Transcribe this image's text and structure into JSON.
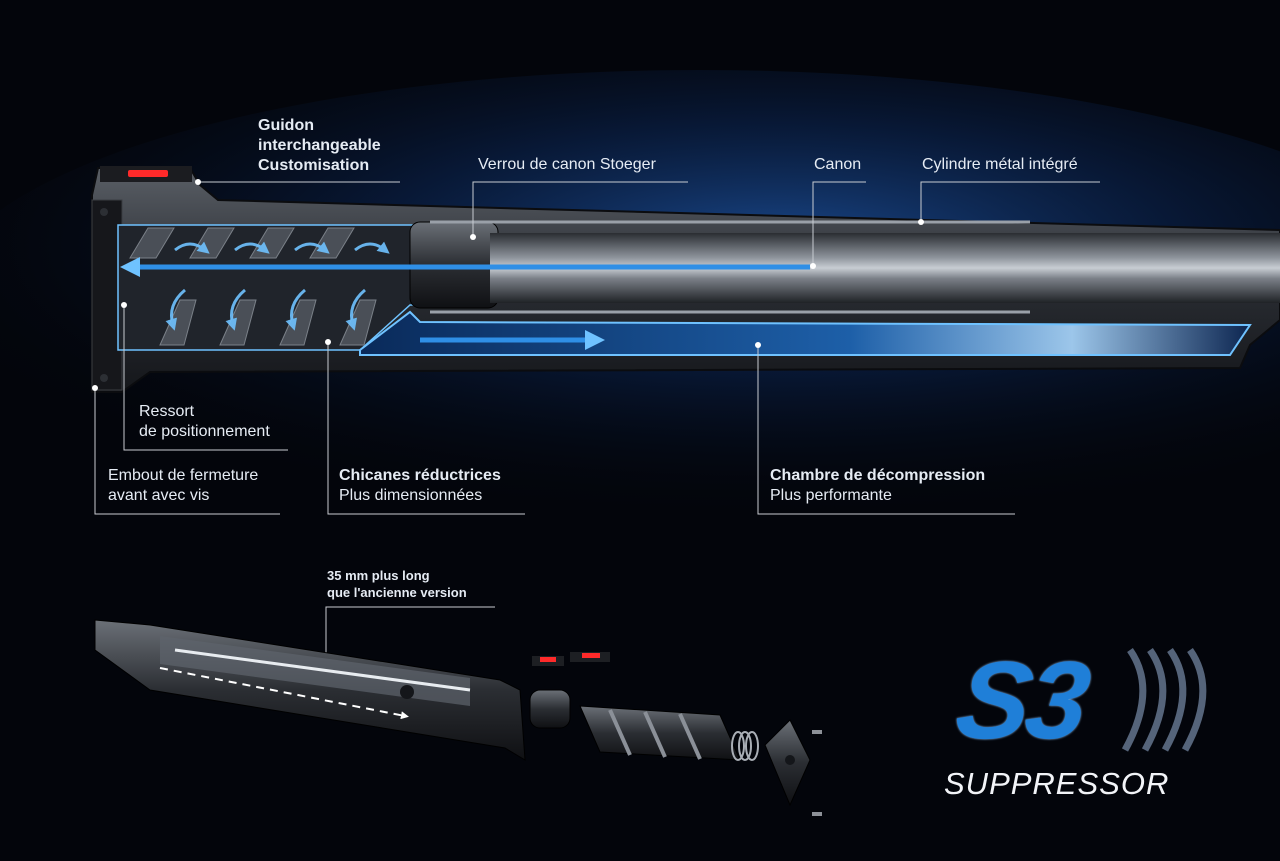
{
  "labels": {
    "guidon": [
      "Guidon",
      "interchangeable",
      "Customisation"
    ],
    "verrou": "Verrou de canon Stoeger",
    "canon": "Canon",
    "cylindre": "Cylindre métal intégré",
    "ressort": [
      "Ressort",
      "de positionnement"
    ],
    "embout": [
      "Embout de fermeture",
      "avant avec vis"
    ],
    "chicanes": [
      "Chicanes réductrices",
      "Plus dimensionnées"
    ],
    "chambre": [
      "Chambre de décompression",
      "Plus performante"
    ],
    "longueur": [
      "35 mm plus long",
      "que l'ancienne version"
    ]
  },
  "logo": {
    "main": "S3",
    "sub": "SUPPRESSOR"
  },
  "colors": {
    "accent": "#2f8fe6",
    "glow": "#6fc2ff",
    "sight": "#ff2a2a",
    "leader": "#c8ccd2"
  }
}
